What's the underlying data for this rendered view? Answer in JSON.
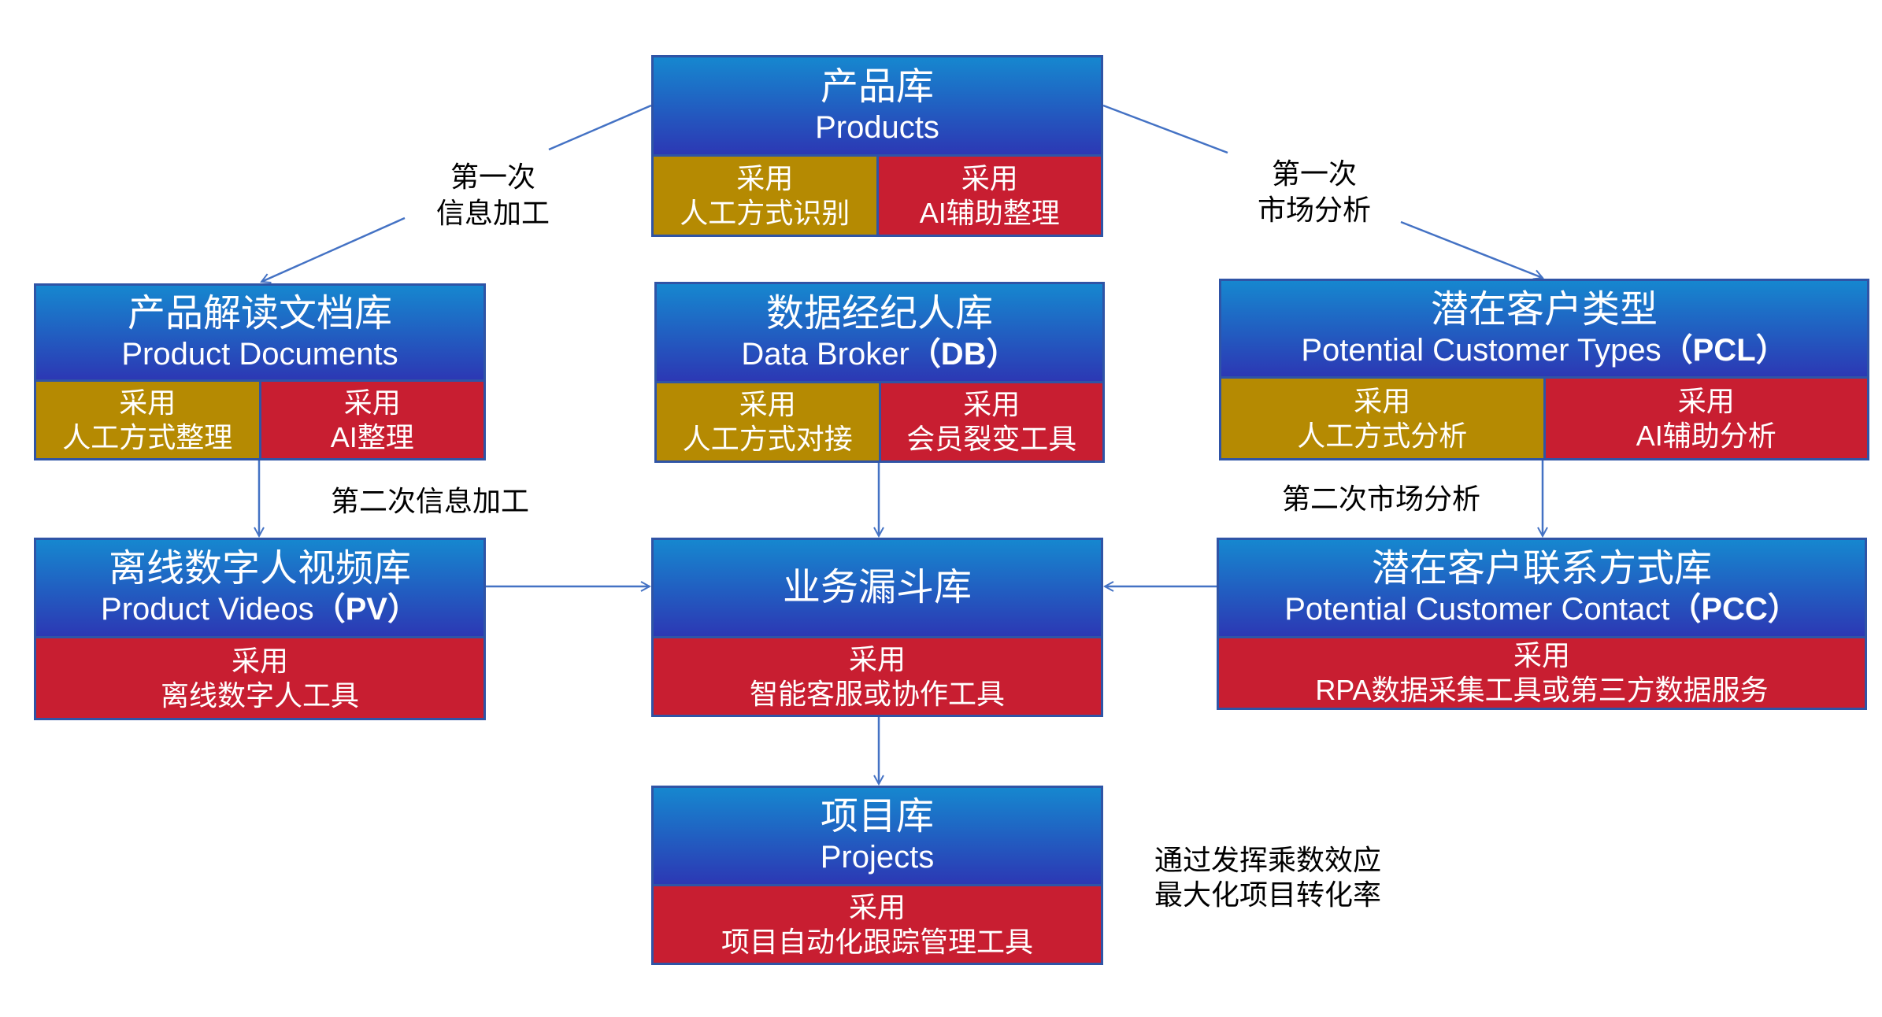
{
  "nodes": {
    "products": {
      "title": "产品库",
      "subtitle": "Products",
      "left": {
        "line1": "采用",
        "line2": "人工方式识别"
      },
      "right": {
        "line1": "采用",
        "line2": "AI辅助整理"
      }
    },
    "documents": {
      "title": "产品解读文档库",
      "subtitle": "Product Documents",
      "left": {
        "line1": "采用",
        "line2": "人工方式整理"
      },
      "right": {
        "line1": "采用",
        "line2": "AI整理"
      }
    },
    "broker": {
      "title": "数据经纪人库",
      "subtitle": "Data Broker",
      "abbr": "（DB）",
      "left": {
        "line1": "采用",
        "line2": "人工方式对接"
      },
      "right": {
        "line1": "采用",
        "line2": "会员裂变工具"
      }
    },
    "pcl": {
      "title": "潜在客户类型",
      "subtitle": "Potential Customer Types",
      "abbr": "（PCL）",
      "left": {
        "line1": "采用",
        "line2": "人工方式分析"
      },
      "right": {
        "line1": "采用",
        "line2": "AI辅助分析"
      }
    },
    "videos": {
      "title": "离线数字人视频库",
      "subtitle": "Product Videos",
      "abbr": "（PV）",
      "tool": {
        "line1": "采用",
        "line2": "离线数字人工具"
      }
    },
    "funnel": {
      "title": "业务漏斗库",
      "tool": {
        "line1": "采用",
        "line2": "智能客服或协作工具"
      }
    },
    "pcc": {
      "title": "潜在客户联系方式库",
      "subtitle": "Potential Customer Contact",
      "abbr": "（PCC）",
      "tool": {
        "line1": "采用",
        "line2": "RPA数据采集工具或第三方数据服务"
      }
    },
    "projects": {
      "title": "项目库",
      "subtitle": "Projects",
      "tool": {
        "line1": "采用",
        "line2": "项目自动化跟踪管理工具"
      }
    }
  },
  "labels": {
    "first_info": {
      "line1": "第一次",
      "line2": "信息加工"
    },
    "first_market": {
      "line1": "第一次",
      "line2": "市场分析"
    },
    "second_info": "第二次信息加工",
    "second_market": "第二次市场分析",
    "note": {
      "line1": "通过发挥乘数效应",
      "line2": "最大化项目转化率"
    }
  },
  "colors": {
    "header_top": "#1687cf",
    "header_bottom": "#2c38b4",
    "manual": "#b58a02",
    "ai": "#c81e31",
    "border": "#2f54a6",
    "arrow": "#4472c4"
  }
}
